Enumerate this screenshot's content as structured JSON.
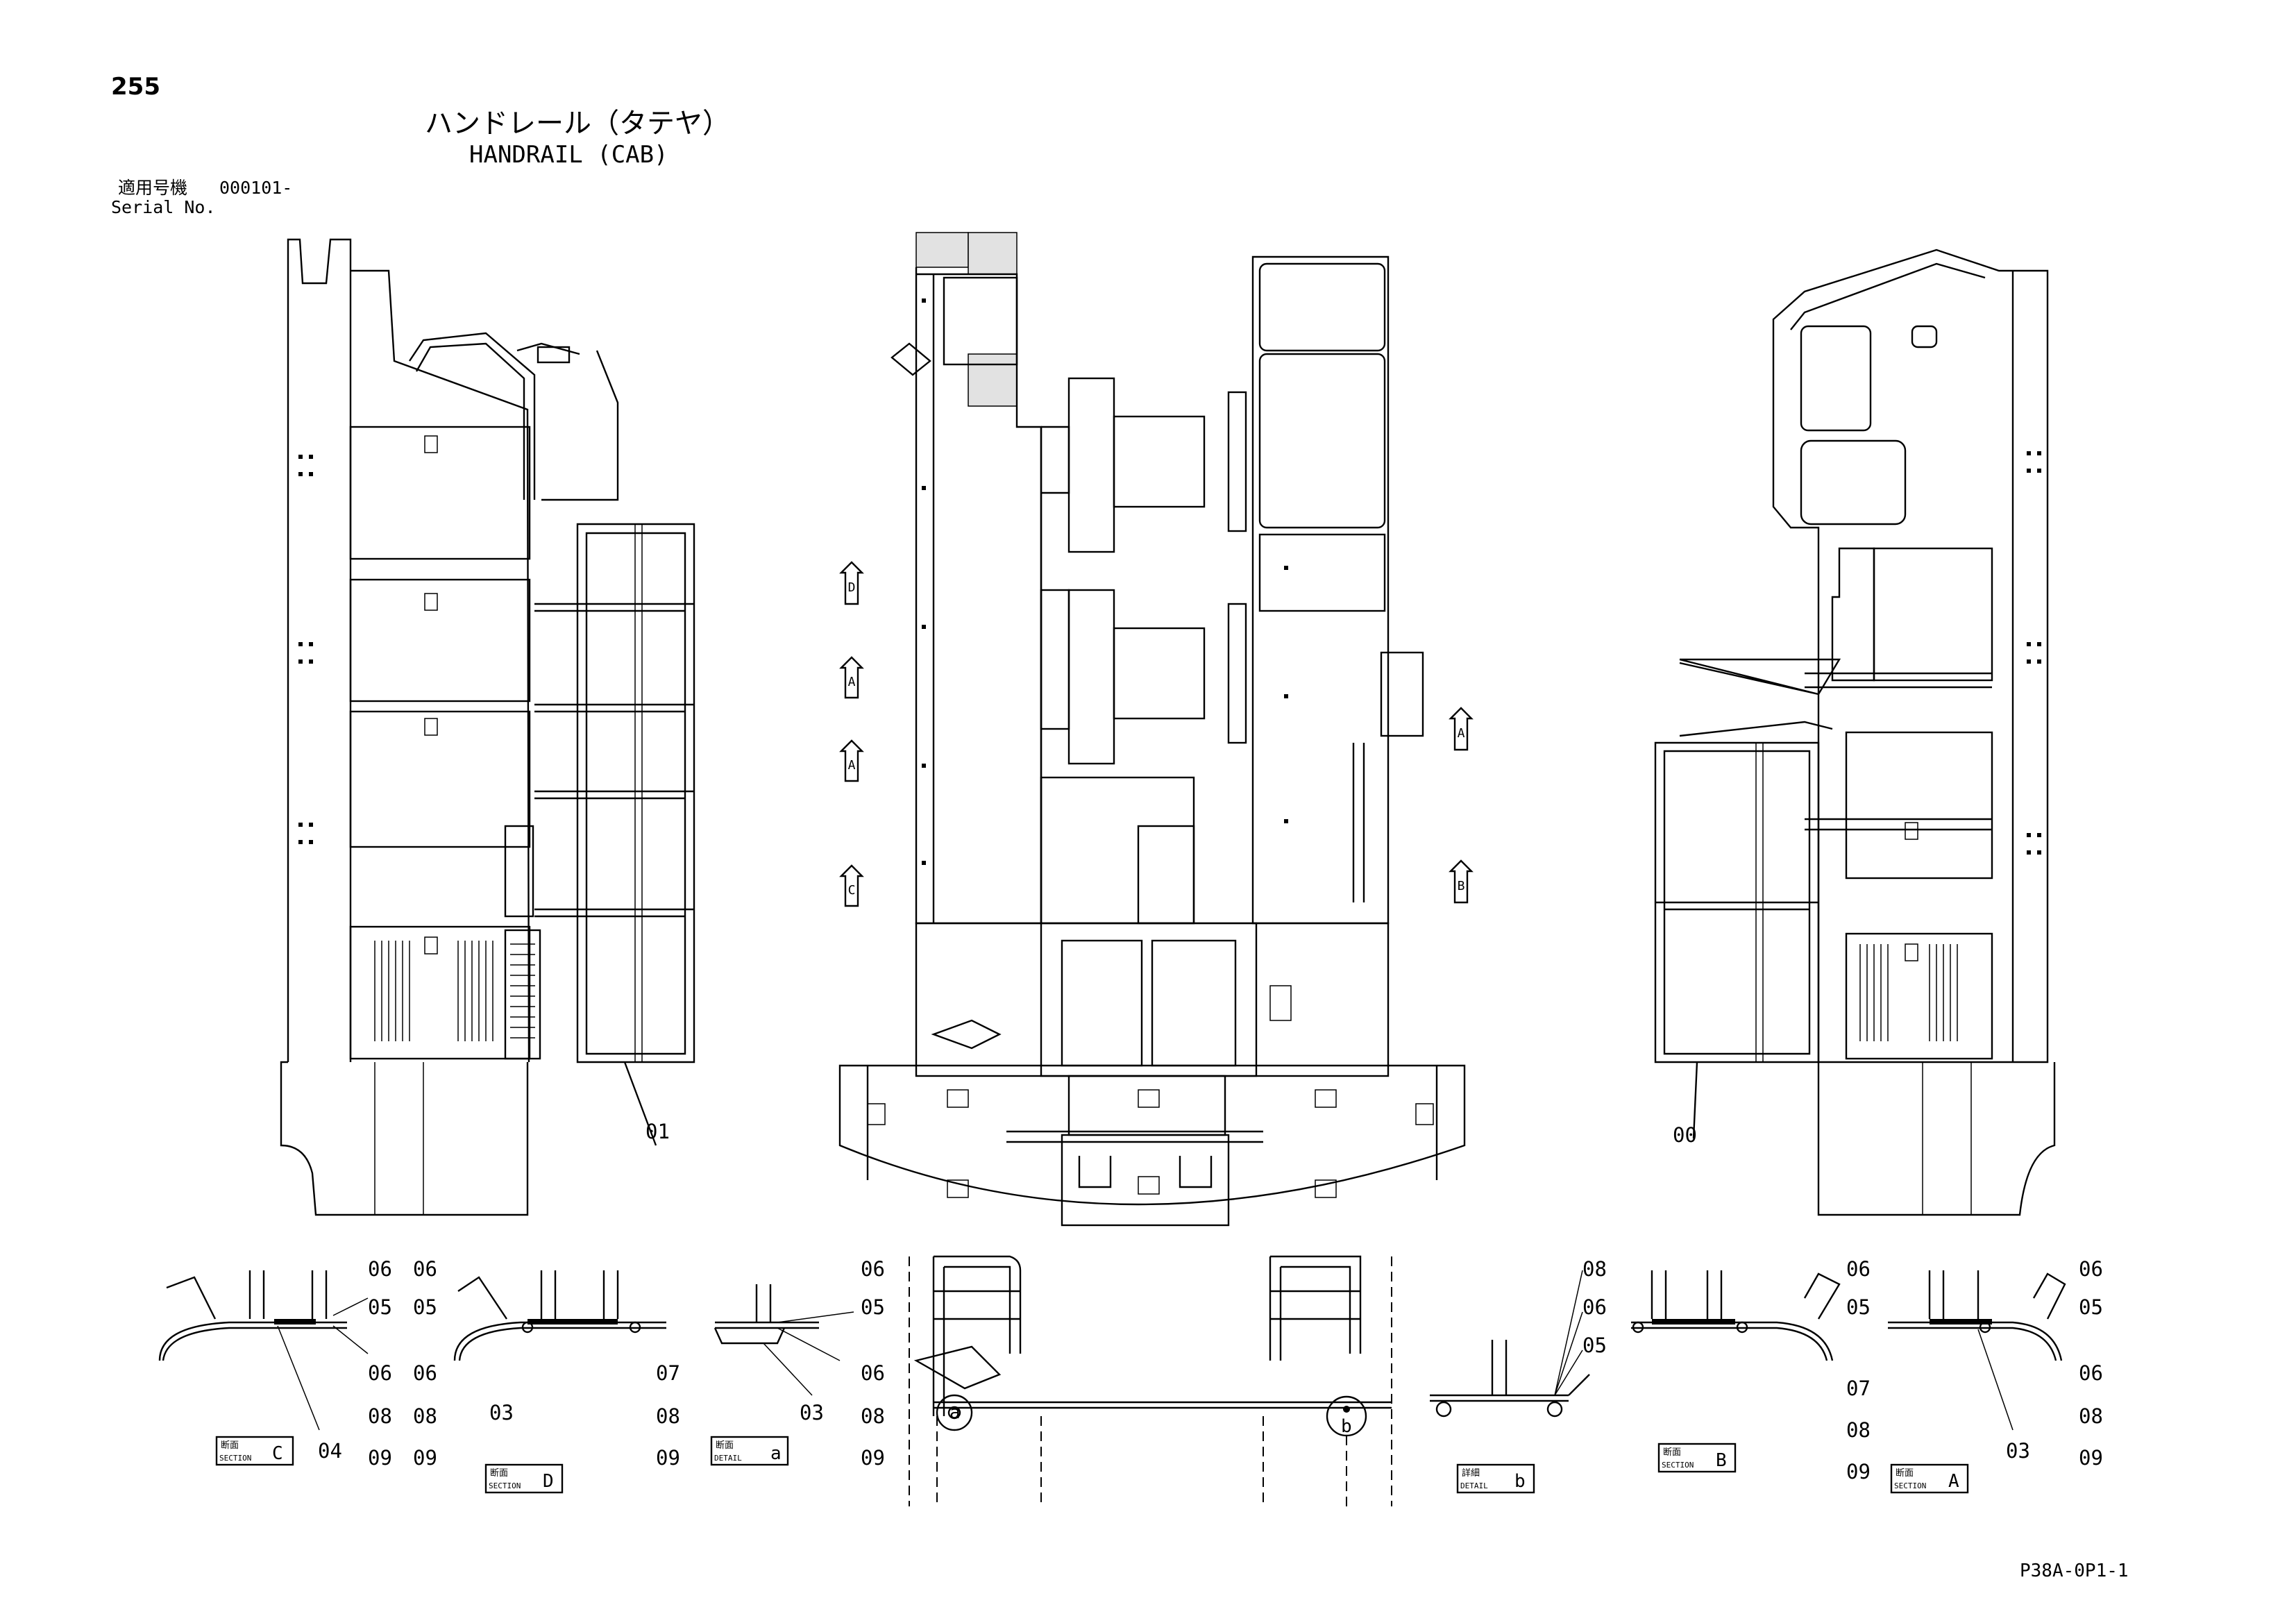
{
  "header": {
    "page_number": "255",
    "title_jp": "ハンドレール（タテヤ）",
    "title_en": "HANDRAIL (CAB)",
    "serial_label_jp": "適用号機",
    "serial_value": "000101-",
    "serial_label_en": "Serial No."
  },
  "drawing_id": "P38A-0P1-1",
  "view_markers": [
    "D",
    "A",
    "A",
    "C",
    "A",
    "B"
  ],
  "main_part_numbers": [
    "01",
    "00"
  ],
  "section_labels": {
    "jp_section": "断面",
    "en_section": "SECTION",
    "jp_detail": "詳細",
    "en_detail": "DETAIL"
  },
  "sections": [
    {
      "label": "C",
      "parts": [
        "06",
        "05",
        "06",
        "08",
        "09",
        "04"
      ]
    },
    {
      "label": "D",
      "parts": [
        "06",
        "05",
        "06",
        "08",
        "09",
        "03",
        "07",
        "08",
        "09"
      ]
    },
    {
      "label": "a",
      "parts": [
        "06",
        "05",
        "06",
        "08",
        "09",
        "03"
      ]
    },
    {
      "label": "b",
      "parts": [
        "08",
        "06",
        "05"
      ]
    },
    {
      "label": "B",
      "parts": [
        "06",
        "05",
        "07",
        "08",
        "09"
      ]
    },
    {
      "label": "A",
      "parts": [
        "06",
        "05",
        "06",
        "08",
        "09",
        "03"
      ]
    }
  ],
  "detail_circle_marks": [
    "a",
    "b"
  ]
}
